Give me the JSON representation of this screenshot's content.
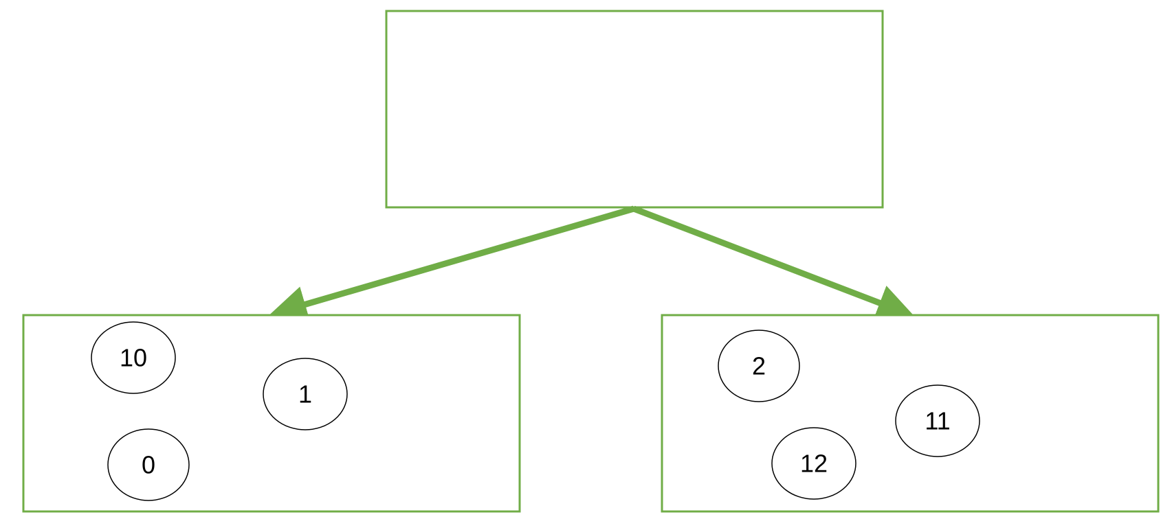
{
  "colors": {
    "accent": "#70ad47",
    "node_stroke": "#000000",
    "background": "#ffffff"
  },
  "diagram": {
    "root": {
      "label": ""
    },
    "left_group": {
      "nodes": [
        {
          "label": "10"
        },
        {
          "label": "1"
        },
        {
          "label": "0"
        }
      ]
    },
    "right_group": {
      "nodes": [
        {
          "label": "2"
        },
        {
          "label": "11"
        },
        {
          "label": "12"
        }
      ]
    }
  }
}
